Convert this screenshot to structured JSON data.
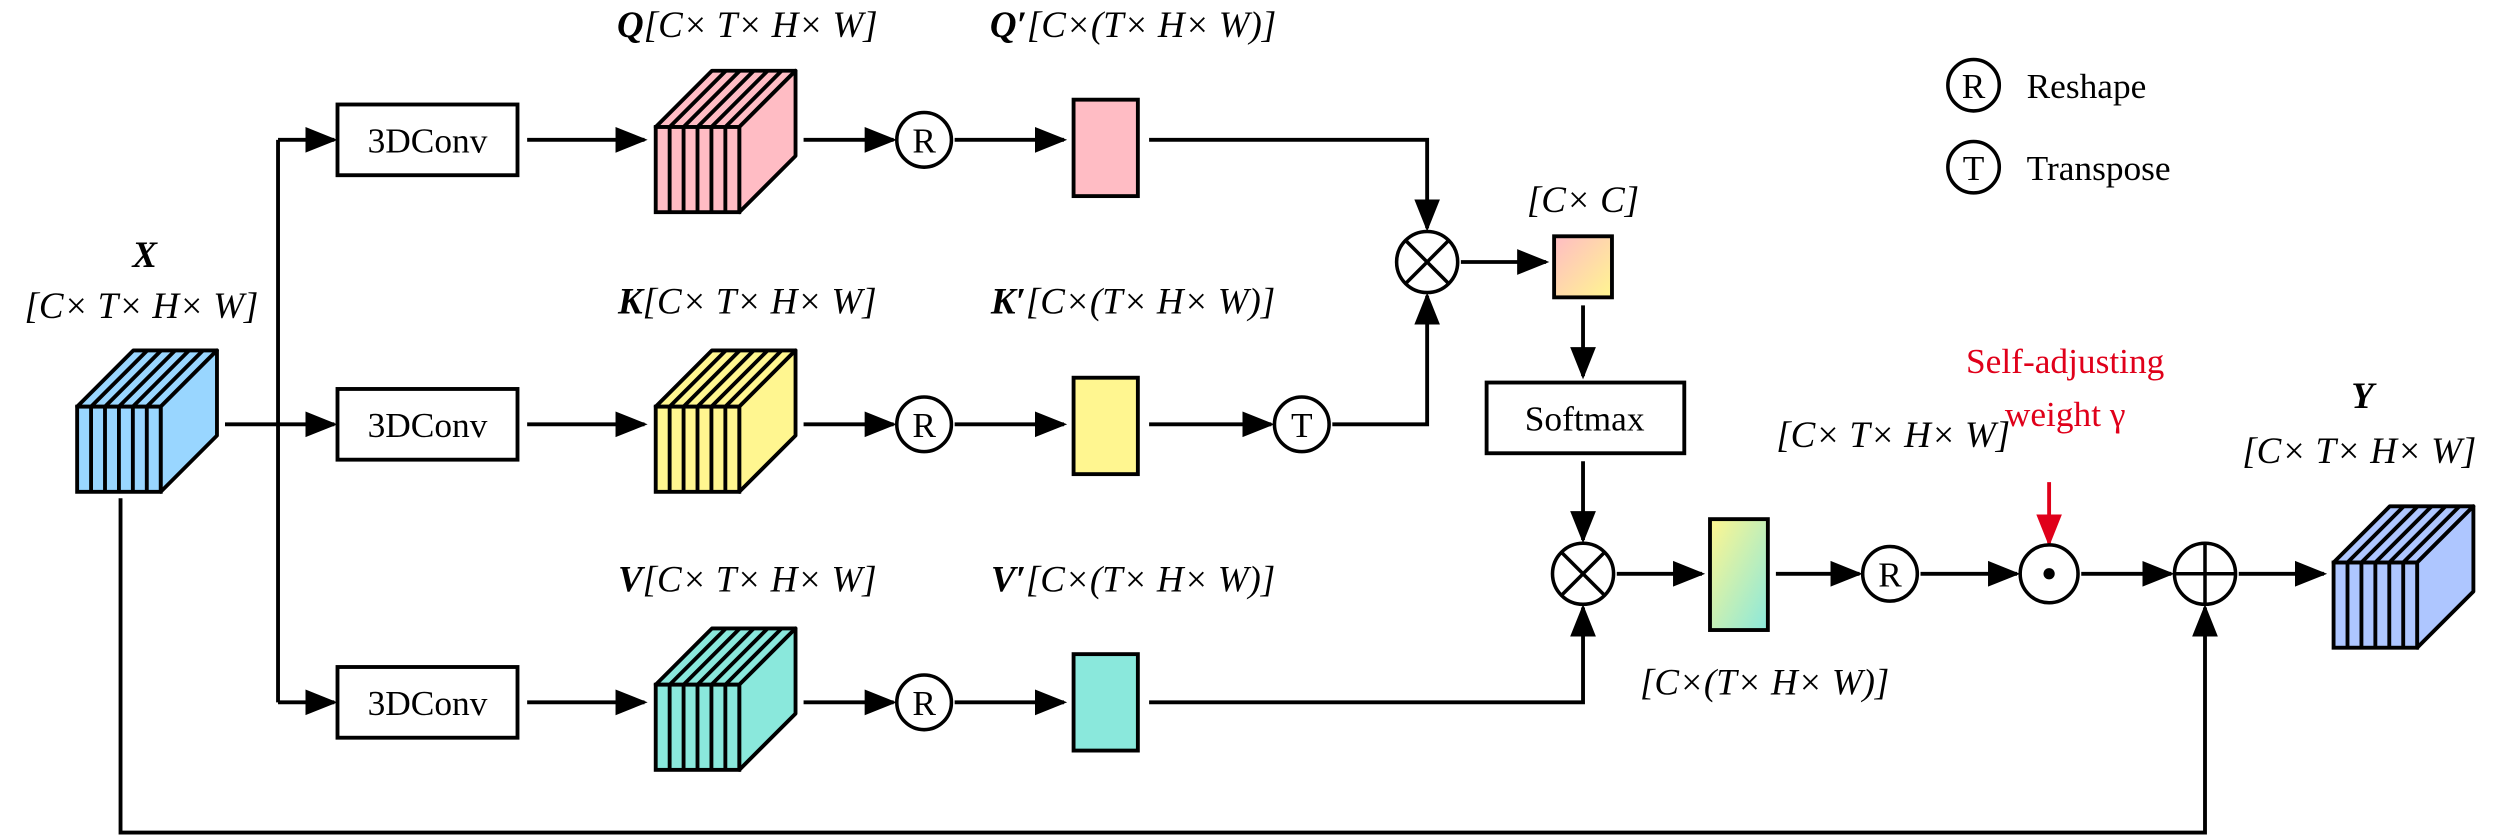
{
  "colors": {
    "q": "#ffbcc4",
    "k": "#fff690",
    "v": "#8ae8dc",
    "x": "#99d6ff",
    "y": "#aec6ff",
    "gamma": "#e0001a"
  },
  "input": {
    "var": "X",
    "dims": "[C× T× H× W]"
  },
  "output": {
    "var": "Y",
    "dims": "[C× T× H× W]"
  },
  "branches": [
    {
      "conv": "3DConv",
      "var": "Q",
      "dims": "[C× T× H× W]",
      "var2": "Q′",
      "dims2": "[C×(T× H× W)]"
    },
    {
      "conv": "3DConv",
      "var": "K",
      "dims": "[C× T× H× W]",
      "var2": "K′",
      "dims2": "[C×(T× H× W)]"
    },
    {
      "conv": "3DConv",
      "var": "V",
      "dims": "[C× T× H× W]",
      "var2": "V′",
      "dims2": "[C×(T× H× W)]"
    }
  ],
  "ops": {
    "reshape": "R",
    "transpose": "T",
    "multiply": "⊗",
    "hadamard": "⊙",
    "add": "⊕"
  },
  "attention_dims": "[C× C]",
  "softmax": "Softmax",
  "out_dims_top": "[C× T× H× W]",
  "out_dims_bottom": "[C×(T× H× W)]",
  "gamma": {
    "line1": "Self-adjusting",
    "line2": "weight γ"
  },
  "legend": [
    {
      "symbol": "R",
      "label": "Reshape"
    },
    {
      "symbol": "T",
      "label": "Transpose"
    }
  ]
}
